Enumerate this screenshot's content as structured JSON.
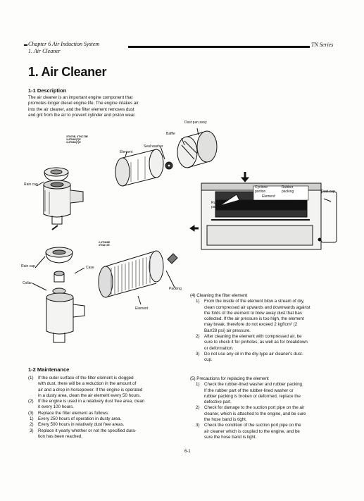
{
  "header": {
    "chapter": "Chapter 6  Air Induction System",
    "section": "1.  Air Cleaner",
    "series": "TN Series"
  },
  "title": "1. Air Cleaner",
  "description": {
    "heading": "1-1  Description",
    "lines": [
      "The air cleaner is an important engine component that",
      "promotes longer diesel engine life. The engine intakes air",
      "into the air cleaner, and the filter element removes dust",
      "and grit from the air to prevent cylinder and piston wear."
    ]
  },
  "figure_labels": {
    "models_top": [
      "3TN75E, 3TNC78E",
      "3,4TN82(T)E",
      "3,4TN84(T)E"
    ],
    "dust_pan_assy": "Dust pan assy",
    "baffle": "Baffle",
    "seal_washer": "Seal washer",
    "element_top": "Element",
    "rain_cap_top": "Rain cap",
    "models_mid": [
      "2,3TN66E",
      "3TNA72E"
    ],
    "rain_cap_mid": "Rain cap",
    "case": "Case",
    "collar": "Collar",
    "packing": "Packing",
    "element_mid": "Element",
    "cyclone_portion": [
      "Cyclone",
      "portion"
    ],
    "rubber_packing_top": [
      "Rubber",
      "packing"
    ],
    "element_right": "Element",
    "dust_cup": "Dust cup",
    "rubber_packing_left": [
      "Rubber",
      "packing"
    ]
  },
  "maintenance": {
    "heading": "1-2  Maintenance",
    "items": [
      {
        "num": "(1)",
        "lines": [
          "If the outer surface of the filter element is clogged",
          "with dust, there will be a reduction in the amount of",
          "air and a drop in horsepower. If the engine is operated",
          "in a dusty area, clean the air element every 50 hours."
        ]
      },
      {
        "num": "(2)",
        "lines": [
          "If the engine is used in a relatively dust free area, clean",
          "it every 100 hours."
        ]
      },
      {
        "num": "(3)",
        "lines": [
          "Replace the filter element as follows:"
        ]
      }
    ],
    "subitems": [
      {
        "num": "1)",
        "lines": [
          "Every 250 hours of operation in dusty area."
        ]
      },
      {
        "num": "2)",
        "lines": [
          "Every 500 hours in relatively dust free areas."
        ]
      },
      {
        "num": "3)",
        "lines": [
          "Replace it yearly whether or not the specified dura-",
          "tion has been reached."
        ]
      }
    ]
  },
  "cleaning": {
    "heading": "(4)  Cleaning the filter element",
    "items": [
      {
        "num": "1)",
        "lines": [
          "From the inside of the element blow a stream of dry,",
          "clean compressed air upwards and downwards against",
          "the folds of the element to blow away dust that has",
          "collected. If the air pressure is too high, the element",
          "may break, therefore do not exceed 2 kgf/cm² (2",
          "Bar/28 psi) air pressure."
        ]
      },
      {
        "num": "2)",
        "lines": [
          "After cleaning the element with compressed air, be",
          "sure to check it for pinholes, as well as for breakdown",
          "or deformation."
        ]
      },
      {
        "num": "3)",
        "lines": [
          "Do not use any oil in the dry-type air cleaner's dust-",
          "cup."
        ]
      }
    ]
  },
  "precautions": {
    "heading": "(5)  Precautions for replacing the element",
    "items": [
      {
        "num": "1)",
        "lines": [
          "Check the rubber-lined washer and rubber packing.",
          "If the rubber part of the rubber-lined washer or",
          "rubber packing is broken or deformed, replace the",
          "defective part."
        ]
      },
      {
        "num": "2)",
        "lines": [
          "Check for damage to the suction port pipe on the air",
          "cleaner, which is attached to the engine, and be sure",
          "the hose band is tight."
        ]
      },
      {
        "num": "3)",
        "lines": [
          "Check the condition of the suction port pipe on the",
          "air cleaner which is coupled to the engine, and be",
          "sure the hose band is tight."
        ]
      }
    ]
  },
  "page_number": "6-1"
}
